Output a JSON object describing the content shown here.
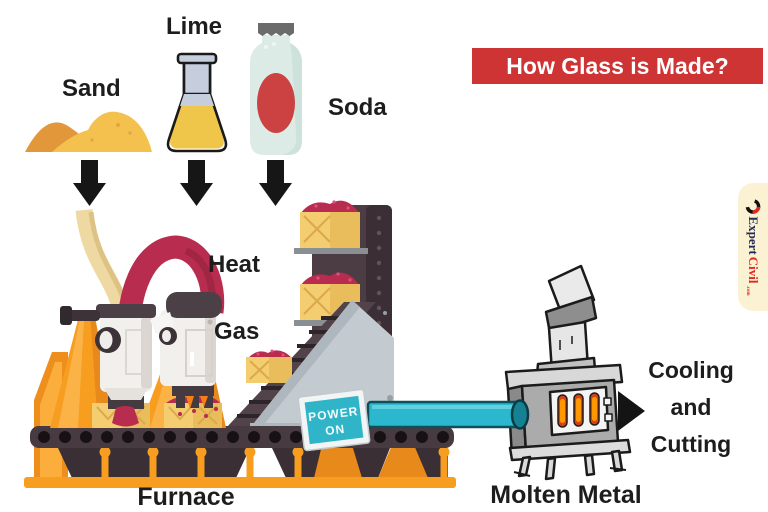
{
  "title": {
    "text": "How Glass is Made?"
  },
  "ingredients": [
    {
      "id": "sand",
      "label": "Sand"
    },
    {
      "id": "lime",
      "label": "Lime"
    },
    {
      "id": "soda",
      "label": "Soda"
    }
  ],
  "labels": {
    "heat": "Heat",
    "gas": "Gas",
    "furnace": "Furnace",
    "molten_metal": "Molten Metal"
  },
  "output_steps": {
    "lines": [
      "Cooling",
      "and",
      "Cutting"
    ]
  },
  "power_sign": {
    "line1": "POWER",
    "line2": "ON"
  },
  "logo": {
    "brand_primary": "Expert",
    "brand_secondary": "Civil",
    "suffix": ".com"
  },
  "icons": {
    "down_arrow": "▼",
    "right_arrow": "▶"
  },
  "colors": {
    "banner_red": "#ce3434",
    "text_dark": "#1d1d1d",
    "sand_gold": "#f4c14f",
    "sand_dark": "#e2973b",
    "flask_glass": "#c6cedd",
    "flask_yellow": "#f0c64a",
    "bottle_mint": "#dcebe5",
    "bottle_label_red": "#cc4242",
    "bottle_cap_gray": "#6b6b6b",
    "arrow_black": "#161616",
    "machine_orange": "#f79d20",
    "machine_orange_dark": "#e8891b",
    "frame_dark": "#473a40",
    "crimson": "#b72c4f",
    "cream_tube": "#edd9a1",
    "box_yellow": "#f3cd70",
    "ramp_panel_gray": "#c3cbd1",
    "pipe_teal": "#2bb7ce",
    "power_screen_teal": "#2fb5c7",
    "stove_gray": "#ababab",
    "flame_orange": "#ff9800",
    "flame_red": "#d84315",
    "logo_cream": "#fbf2d3",
    "logo_navy": "#232d5a",
    "logo_red": "#e02b20"
  }
}
